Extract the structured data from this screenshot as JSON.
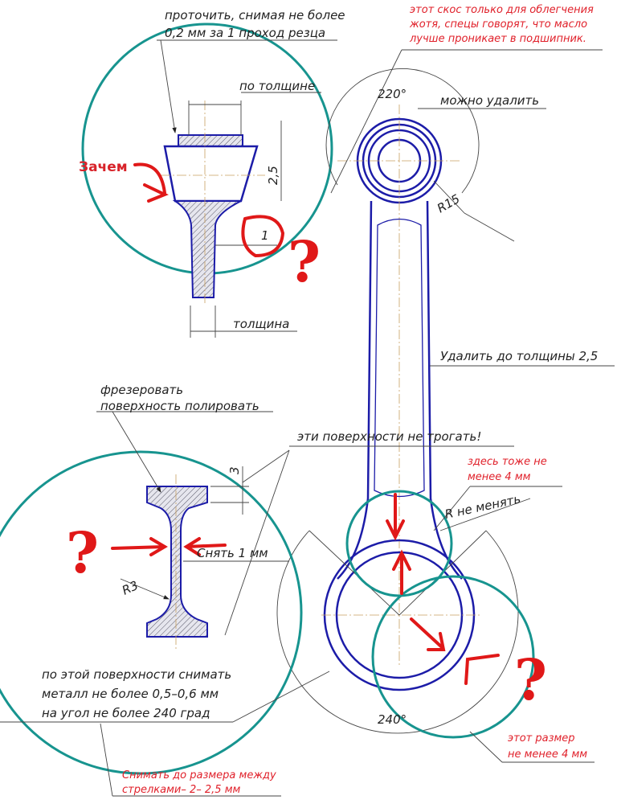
{
  "top_detail": {
    "note_line1": "проточить, снимая не более",
    "note_line2": "0,2 мм за 1 проход резца",
    "thickness_top": "по толщине",
    "dim_2_5": "2,5",
    "dim_1": "1",
    "thickness_bottom": "толщина",
    "why_label": "Зачем"
  },
  "small_end": {
    "angle": "220°",
    "can_remove": "можно удалить",
    "radius": "R15",
    "oil_note_line1": "этот скос только для облегчения",
    "oil_note_line2": "жотя, спецы говорят, что масло",
    "oil_note_line3": "лучше проникает в подшипник."
  },
  "shank": {
    "remove_note": "Удалить до толщины 2,5"
  },
  "section_detail": {
    "mill_line1": "фрезеровать",
    "mill_line2": "поверхность полировать",
    "dont_touch": "эти поверхности не трогать!",
    "dim_3": "3",
    "remove_1mm": "Снять 1 мм",
    "radius": "R3",
    "surface_note_line1": "по этой поверхности снимать",
    "surface_note_line2": "металл не более 0,5–0,6 мм",
    "surface_note_line3": "на угол не более 240 град"
  },
  "big_end": {
    "also_note_line1": "здесь тоже не",
    "also_note_line2": "менее 4 мм",
    "radius_keep": "R не менять",
    "angle": "240°",
    "size_note_line1": "этот размер",
    "size_note_line2": "не менее 4 мм",
    "bottom_note_line1": "Снимать до размера между",
    "bottom_note_line2": "стрелками– 2– 2,5 мм"
  },
  "marks": {
    "question": "?"
  },
  "colors": {
    "outline": "#1c1ca8",
    "callout": "#17948f",
    "annotation": "#e01818"
  }
}
